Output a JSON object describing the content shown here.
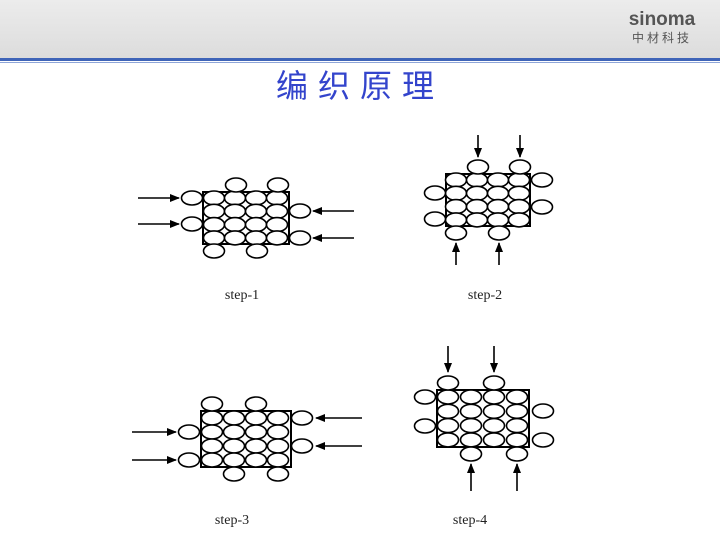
{
  "header": {
    "logo_text": "sinoma",
    "logo_subtext": "中材科技"
  },
  "title": "编织原理",
  "steps": [
    "step-1",
    "step-2",
    "step-3",
    "step-4"
  ],
  "colors": {
    "title": "#3344cc",
    "rule": "#3f64b8"
  }
}
